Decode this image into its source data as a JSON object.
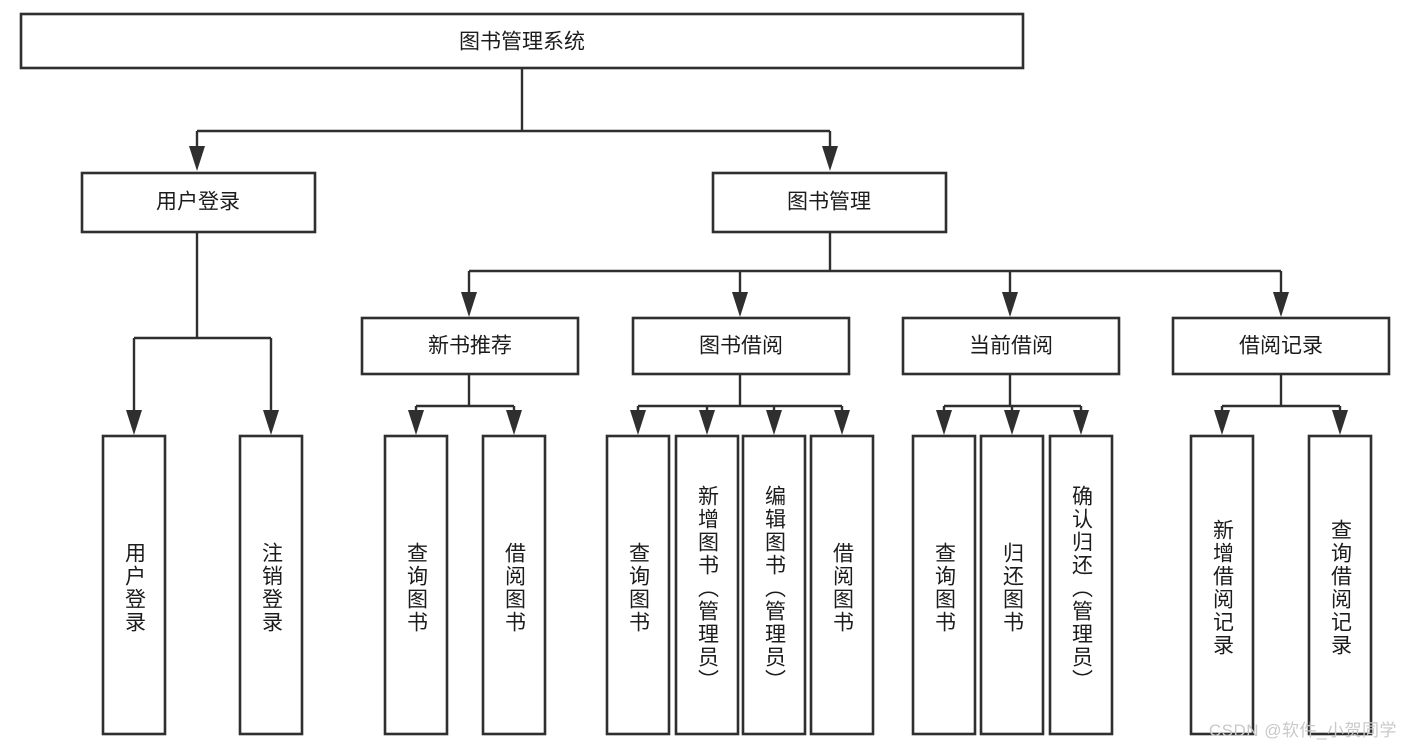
{
  "diagram": {
    "type": "tree-hierarchy",
    "title": "图书管理系统",
    "watermark": "CSDN @软件_小贺同学",
    "colors": {
      "box_stroke": "#2f2f2f",
      "box_fill": "#ffffff",
      "text": "#1c1c1c",
      "connector": "#2f2f2f",
      "watermark": "#c9c9c9",
      "background": "#ffffff"
    },
    "root": {
      "label": "图书管理系统"
    },
    "level1": [
      {
        "label": "用户登录"
      },
      {
        "label": "图书管理"
      }
    ],
    "level2": [
      {
        "label": "新书推荐"
      },
      {
        "label": "图书借阅"
      },
      {
        "label": "当前借阅"
      },
      {
        "label": "借阅记录"
      }
    ],
    "leaves": {
      "user_login": [
        {
          "label": "用户登录"
        },
        {
          "label": "注销登录"
        }
      ],
      "new_book_recommend": [
        {
          "label": "查询图书"
        },
        {
          "label": "借阅图书"
        }
      ],
      "book_borrow": [
        {
          "label": "查询图书"
        },
        {
          "label": "新增图书（管理员）"
        },
        {
          "label": "编辑图书（管理员）"
        },
        {
          "label": "借阅图书"
        }
      ],
      "current_borrow": [
        {
          "label": "查询图书"
        },
        {
          "label": "归还图书"
        },
        {
          "label": "确认归还（管理员）"
        }
      ],
      "borrow_record": [
        {
          "label": "新增借阅记录"
        },
        {
          "label": "查询借阅记录"
        }
      ]
    }
  }
}
